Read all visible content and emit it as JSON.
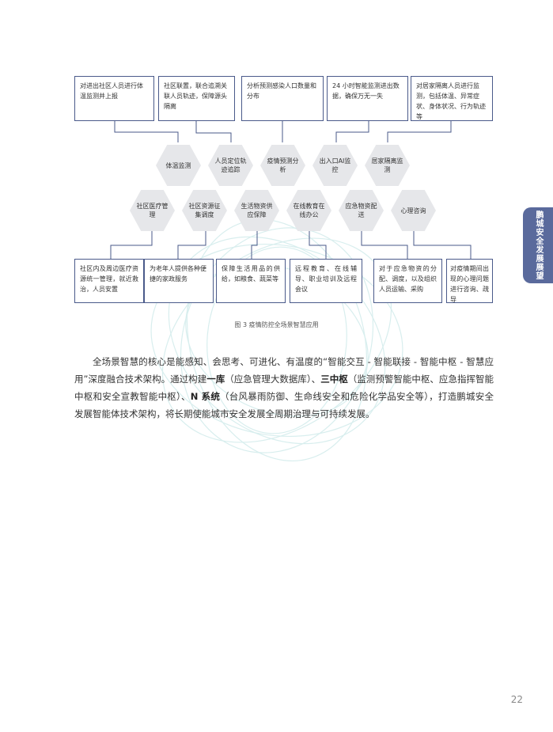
{
  "side_tab": {
    "label": "鹏城安全发展展望"
  },
  "figure": {
    "top_boxes": [
      "对进出社区人员进行体温监测并上报",
      "社区联置，联合追溯关联人员轨迹，保障源头隔离",
      "分析预测感染人口数量和分布",
      "24 小时智能监测进出数据，确保万无一失",
      "对居家隔离人员进行监测，包括体温、异常症状、身体状况、行为轨迹等"
    ],
    "hex_top": [
      "体温监测",
      "人员定位轨迹追踪",
      "疫情预测分析",
      "出入口AI监控",
      "居家隔离监测"
    ],
    "hex_bottom": [
      "社区医疗管理",
      "社区资源征集调度",
      "生活物资供应保障",
      "在线教育在线办公",
      "应急物资配送",
      "心理咨询"
    ],
    "bottom_boxes": [
      "社区内及周边医疗资源统一管理，就近救治，人员安置",
      "为老年人提供各种便捷的家政服务",
      "保障生活用品的供给，如粮食、蔬菜等",
      "远程教育、在线辅导、职业培训及远程会议",
      "对于应急物资的分配、调度，以及组织人员运输、采购",
      "对疫情期间出现的心理问题进行咨询、疏导"
    ],
    "caption": "图 3 疫情防控全场景智慧应用"
  },
  "body": {
    "p1": "全场景智慧的核心是能感知、会思考、可进化、有温度的“智能交互 - 智能联接 - 智能中枢 - 智慧应用”深度融合技术架构。通过构建",
    "b1": "一库",
    "p2": "（应急管理大数据库）、",
    "b2": "三中枢",
    "p3": "（监测预警智能中枢、应急指挥智能中枢和安全宣教智能中枢）、",
    "b3": "N 系统",
    "p4": "（台风暴雨防御、生命线安全和危险化学品安全等），打造鹏城安全发展智能体技术架构，将长期使能城市安全发展全周期治理与可持续发展。"
  },
  "page_number": "22",
  "colors": {
    "accent": "#4a5a8a",
    "hex_fill": "#e6e7ea",
    "side_tab": "#5a6a9c"
  }
}
